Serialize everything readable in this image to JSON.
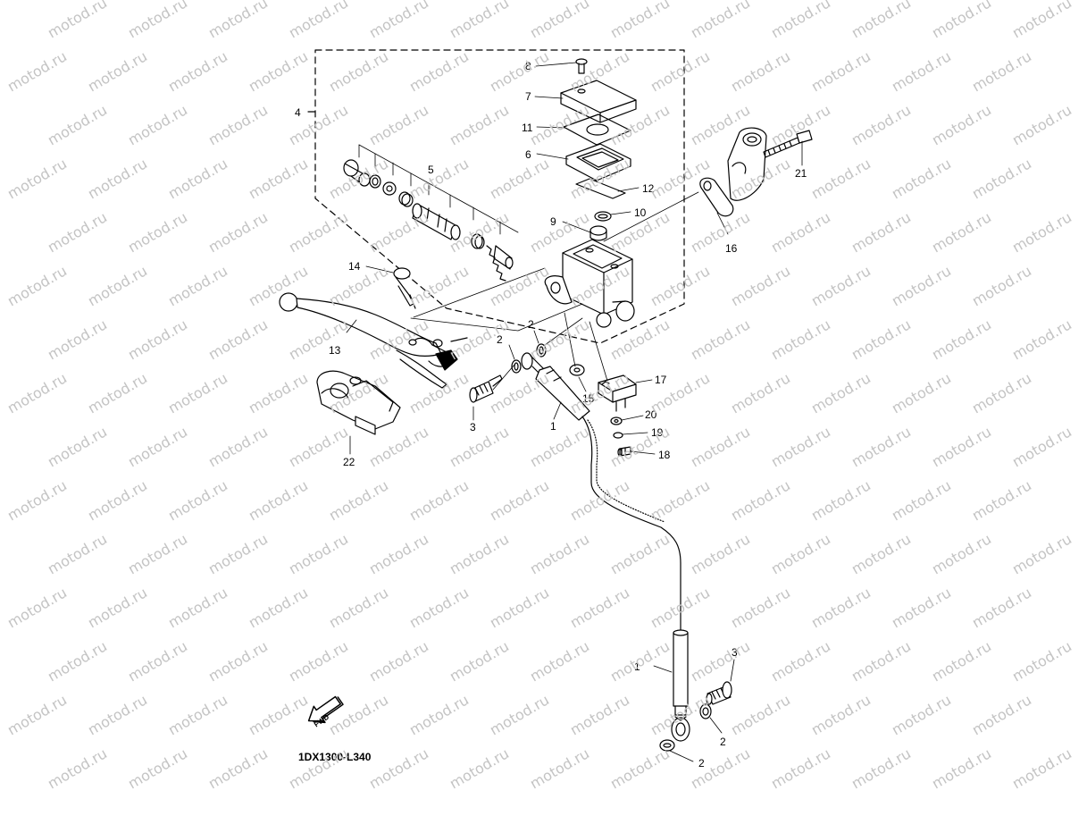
{
  "watermark": "motod.ru",
  "diagram_code": "1DX1300-L340",
  "fwd_label": "FWD",
  "callouts": [
    {
      "id": "c8",
      "text": "8"
    },
    {
      "id": "c7",
      "text": "7"
    },
    {
      "id": "c11",
      "text": "11"
    },
    {
      "id": "c6",
      "text": "6"
    },
    {
      "id": "c12",
      "text": "12"
    },
    {
      "id": "c10",
      "text": "10"
    },
    {
      "id": "c9",
      "text": "9"
    },
    {
      "id": "c4",
      "text": "4"
    },
    {
      "id": "c5",
      "text": "5"
    },
    {
      "id": "c21",
      "text": "21"
    },
    {
      "id": "c16",
      "text": "16"
    },
    {
      "id": "c14",
      "text": "14"
    },
    {
      "id": "c13",
      "text": "13"
    },
    {
      "id": "c2a",
      "text": "2"
    },
    {
      "id": "c2b",
      "text": "2"
    },
    {
      "id": "c3a",
      "text": "3"
    },
    {
      "id": "c1a",
      "text": "1"
    },
    {
      "id": "c15",
      "text": "15"
    },
    {
      "id": "c17",
      "text": "17"
    },
    {
      "id": "c20",
      "text": "20"
    },
    {
      "id": "c19",
      "text": "19"
    },
    {
      "id": "c18",
      "text": "18"
    },
    {
      "id": "c22",
      "text": "22"
    },
    {
      "id": "c1b",
      "text": "1"
    },
    {
      "id": "c3b",
      "text": "3"
    },
    {
      "id": "c2c",
      "text": "2"
    },
    {
      "id": "c2d",
      "text": "2"
    }
  ]
}
